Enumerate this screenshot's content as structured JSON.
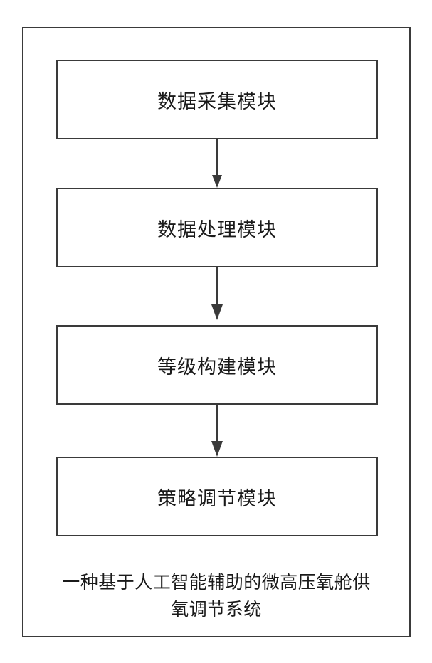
{
  "diagram": {
    "modules": [
      {
        "label": "数据采集模块"
      },
      {
        "label": "数据处理模块"
      },
      {
        "label": "等级构建模块"
      },
      {
        "label": "策略调节模块"
      }
    ],
    "system_label": {
      "line1": "一种基于人工智能辅助的微高压氧舱供",
      "line2": "氧调节系统"
    },
    "colors": {
      "stroke": "#3a3a3a",
      "text": "#1a1a1a",
      "background": "#ffffff"
    }
  }
}
